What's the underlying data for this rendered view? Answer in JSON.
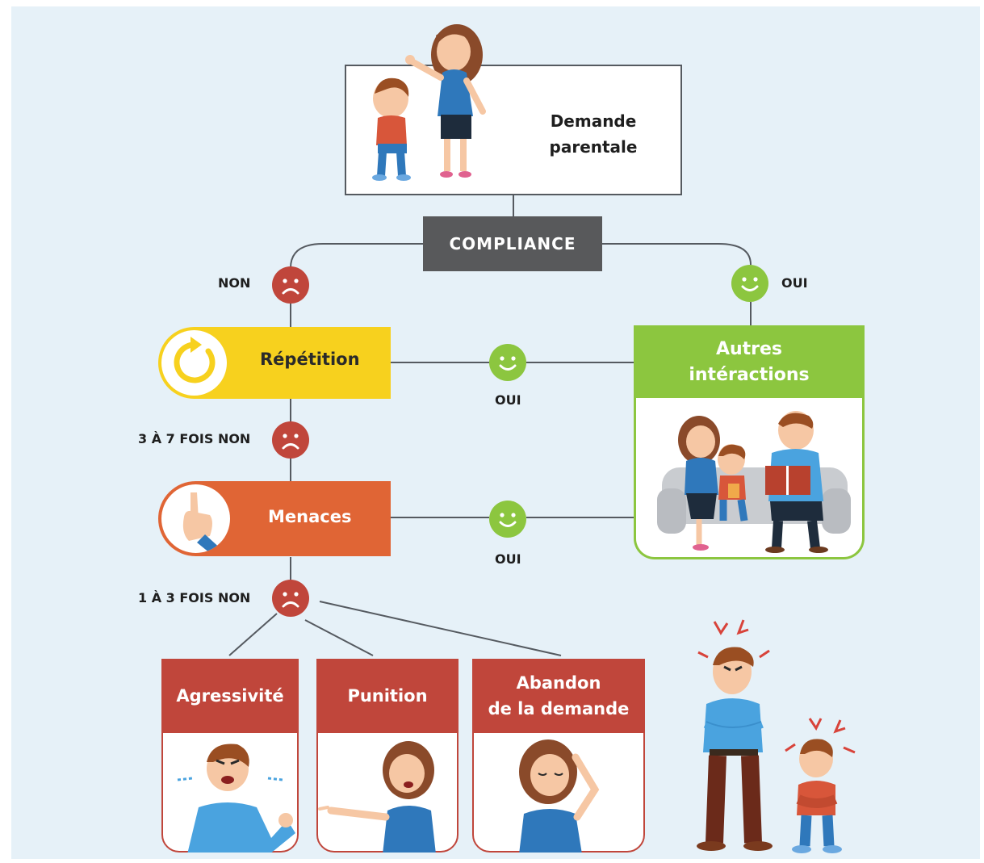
{
  "diagram": {
    "top_box": {
      "title_line1": "Demande",
      "title_line2": "parentale"
    },
    "decision": {
      "label": "COMPLIANCE"
    },
    "branch_left": {
      "label": "NON"
    },
    "branch_right": {
      "label": "OUI"
    },
    "repetition": {
      "label": "Répétition",
      "icon": "refresh-icon",
      "color": "#f7d11e"
    },
    "repetition_yes": {
      "label": "OUI"
    },
    "repetition_no": {
      "label": "3 À 7 FOIS NON"
    },
    "threats": {
      "label": "Menaces",
      "icon": "pointing-finger-icon",
      "color": "#e06535"
    },
    "threats_yes": {
      "label": "OUI"
    },
    "threats_no": {
      "label": "1 À 3 FOIS NON"
    },
    "other": {
      "line1": "Autres",
      "line2": "intéractions",
      "color": "#8cc63f"
    },
    "outcomes": [
      {
        "line1": "Agressivité",
        "line2": ""
      },
      {
        "line1": "Punition",
        "line2": ""
      },
      {
        "line1": "Abandon",
        "line2": "de la demande"
      }
    ],
    "colors": {
      "background": "#e6f1f8",
      "decision": "#58595b",
      "sad": "#c0463b",
      "happy": "#8cc63f",
      "outcome": "#c0463b"
    }
  }
}
